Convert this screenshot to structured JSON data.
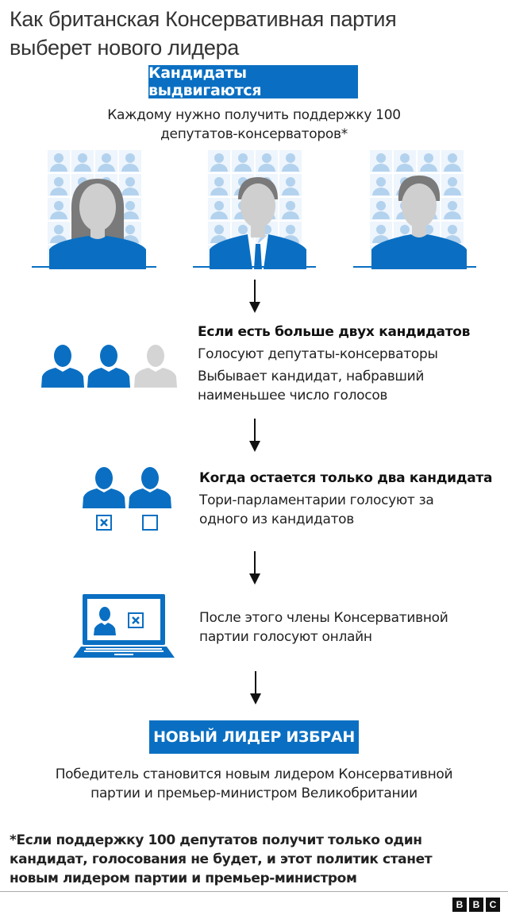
{
  "header": {
    "title_line1": "Как британская Консервативная партия",
    "title_line2": "выберет нового лидера"
  },
  "stage1": {
    "label": "Кандидаты выдвигаются",
    "desc_line1": "Каждому нужно получить поддержку 100",
    "desc_line2": "депутатов-консерваторов*"
  },
  "candidates": [
    {
      "type": "woman",
      "icon": "woman-candidate-icon"
    },
    {
      "type": "man-suit",
      "icon": "man-in-suit-candidate-icon"
    },
    {
      "type": "man",
      "icon": "man-candidate-icon"
    }
  ],
  "step1": {
    "heading": "Если есть больше двух кандидатов",
    "line1": "Голосуют депутаты-консерваторы",
    "line2": "Выбывает кандидат, набравший",
    "line3": "наименьшее число голосов"
  },
  "step2": {
    "heading": "Когда остается только два кандидата",
    "line1": "Тори-парламентарии голосуют за",
    "line2": "одного из кандидатов"
  },
  "step3": {
    "line1": "После этого члены Консервативной",
    "line2": "партии голосуют онлайн"
  },
  "stage_final": {
    "label": "НОВЫЙ ЛИДЕР ИЗБРАН",
    "desc_line1": "Победитель становится новым лидером Консервативной",
    "desc_line2": "партии и премьер-министром Великобритании"
  },
  "footnote": {
    "line1": "*Если поддержку 100 депутатов получит только один",
    "line2": "кандидат, голосования не будет, и этот политик станет",
    "line3": "новым лидером партии и премьер-министром"
  },
  "branding": {
    "letters": [
      "B",
      "B",
      "C"
    ]
  },
  "colors": {
    "accent_blue": "#0a6fc2",
    "light_blue": "#b3d2ee",
    "tile_bg": "#eef5fc",
    "grey_head": "#cfcfcf",
    "grey_hair": "#7a7a7a"
  }
}
